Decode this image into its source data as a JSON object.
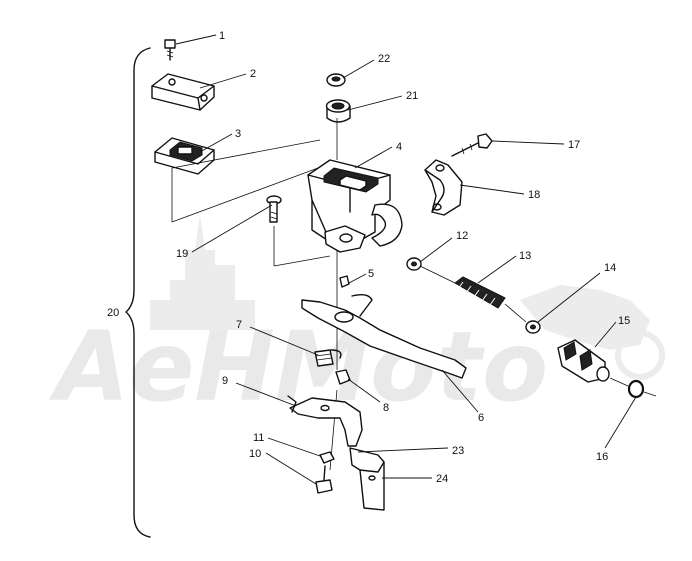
{
  "watermark": {
    "text": "AeHMoto"
  },
  "callouts": [
    {
      "num": "1"
    },
    {
      "num": "2"
    },
    {
      "num": "3"
    },
    {
      "num": "4"
    },
    {
      "num": "5"
    },
    {
      "num": "6"
    },
    {
      "num": "7"
    },
    {
      "num": "8"
    },
    {
      "num": "9"
    },
    {
      "num": "10"
    },
    {
      "num": "11"
    },
    {
      "num": "12"
    },
    {
      "num": "13"
    },
    {
      "num": "14"
    },
    {
      "num": "15"
    },
    {
      "num": "16"
    },
    {
      "num": "17"
    },
    {
      "num": "18"
    },
    {
      "num": "19"
    },
    {
      "num": "20"
    },
    {
      "num": "21"
    },
    {
      "num": "22"
    },
    {
      "num": "23"
    },
    {
      "num": "24"
    }
  ]
}
